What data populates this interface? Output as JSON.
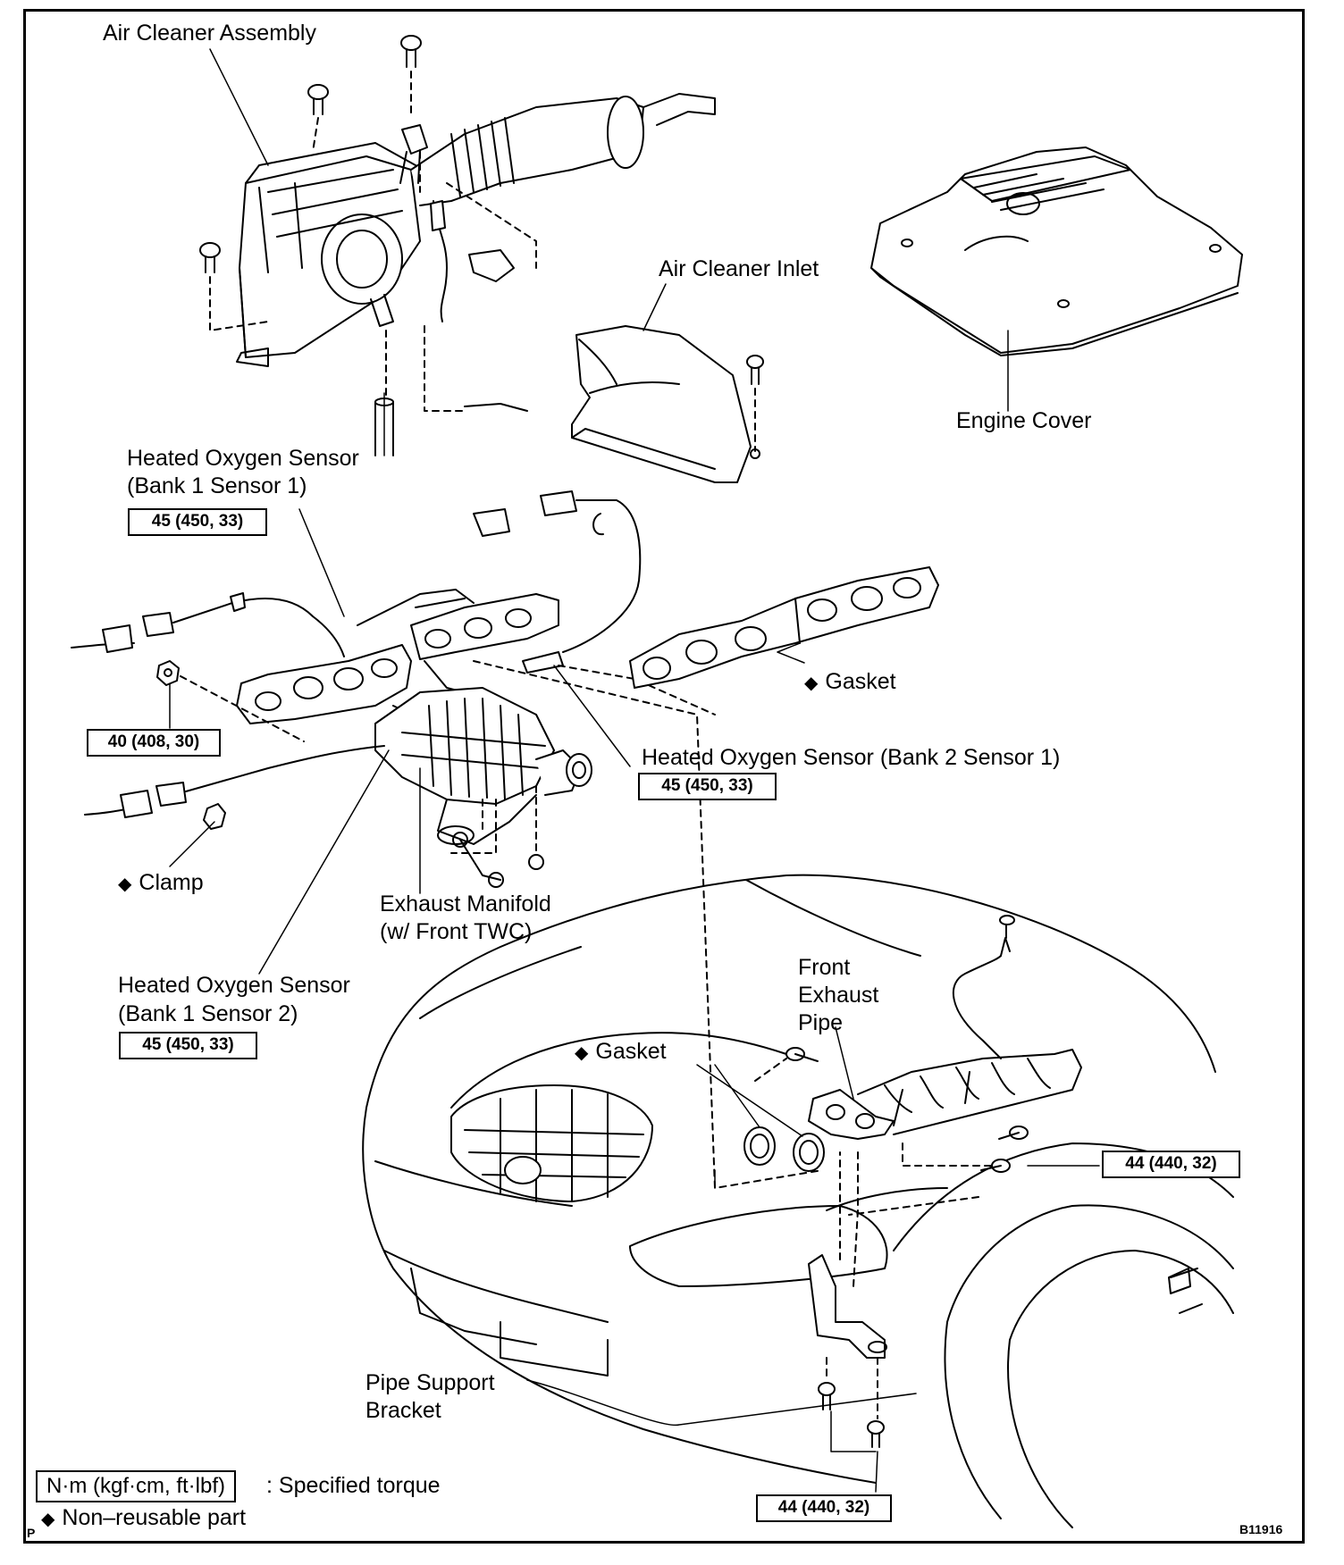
{
  "labels": {
    "air_cleaner_assembly": "Air Cleaner Assembly",
    "air_cleaner_inlet": "Air Cleaner Inlet",
    "engine_cover": "Engine Cover",
    "ho2s_b1s1_line1": "Heated Oxygen Sensor",
    "ho2s_b1s1_line2": "(Bank 1 Sensor 1)",
    "gasket_upper": "Gasket",
    "ho2s_b2s1": "Heated Oxygen Sensor (Bank 2 Sensor 1)",
    "clamp": "Clamp",
    "exhaust_manifold_line1": "Exhaust Manifold",
    "exhaust_manifold_line2": "(w/ Front TWC)",
    "ho2s_b1s2_line1": "Heated Oxygen Sensor",
    "ho2s_b1s2_line2": "(Bank 1 Sensor 2)",
    "front_exhaust_pipe_line1": "Front",
    "front_exhaust_pipe_line2": "Exhaust",
    "front_exhaust_pipe_line3": "Pipe",
    "gasket_lower": "Gasket",
    "pipe_support_bracket_line1": "Pipe Support",
    "pipe_support_bracket_line2": "Bracket"
  },
  "torque": {
    "b1s1": "45 (450, 33)",
    "nut": "40 (408, 30)",
    "b2s1": "45 (450, 33)",
    "b1s2": "45 (450, 33)",
    "pipe_bolts": "44 (440, 32)",
    "bracket_bolts": "44 (440, 32)"
  },
  "legend": {
    "unit_box": "N·m (kgf·cm, ft·lbf)",
    "unit_text": ": Specified torque",
    "nonreusable_text": "Non–reusable part"
  },
  "symbols": {
    "diamond": "◆",
    "corner_mark": "P"
  },
  "figure_id": "B11916"
}
